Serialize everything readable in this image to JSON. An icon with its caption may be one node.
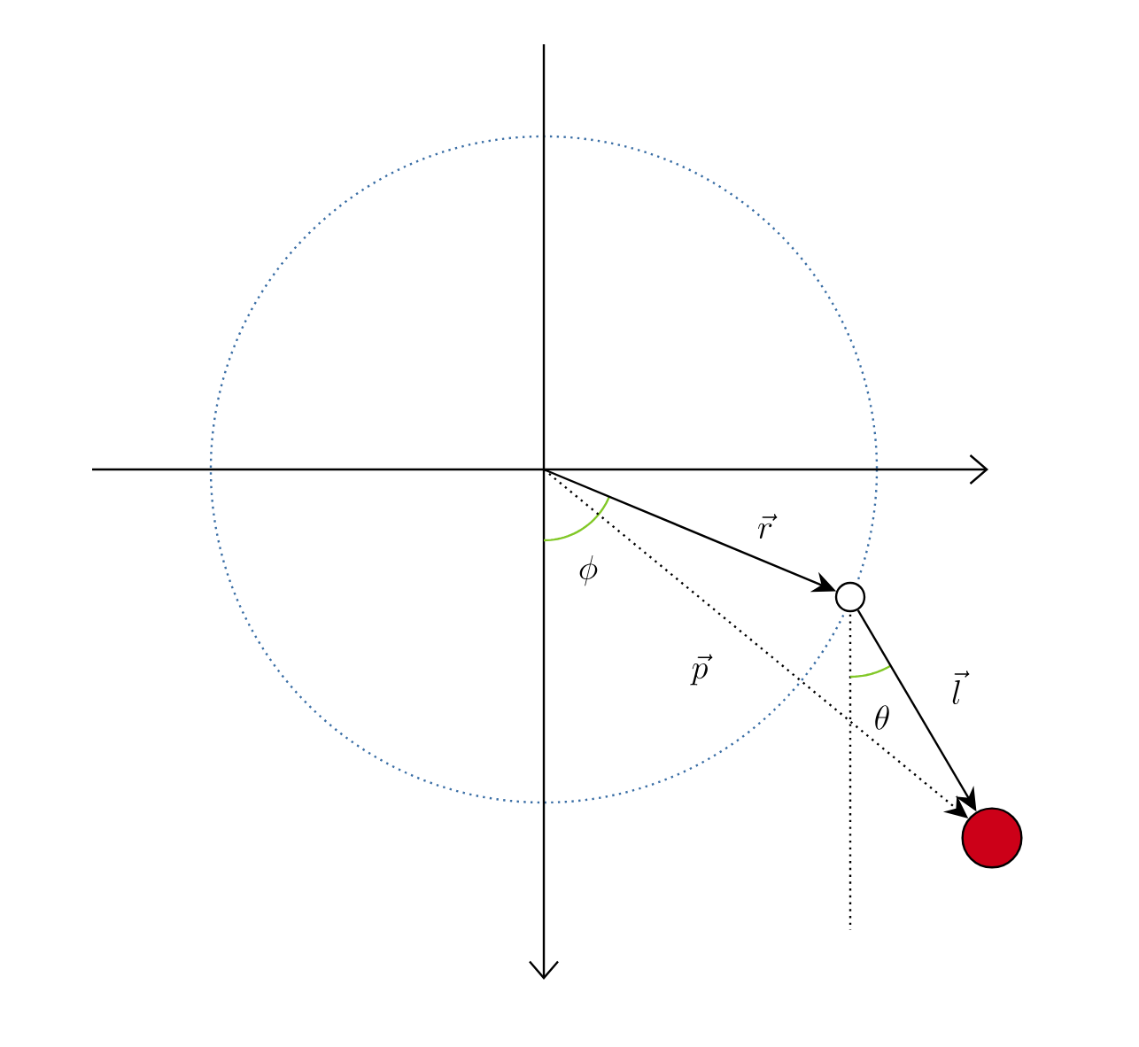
{
  "diagram": {
    "nodes": [
      {
        "text": [],
        "shape": "circle"
      },
      {
        "text": [],
        "shape": "circle"
      }
    ],
    "edges": [
      {
        "from": null,
        "to": 0,
        "arrow": "to",
        "label": "\\vec{r}"
      },
      {
        "from": 0,
        "to": 1,
        "arrow": "to",
        "label": "\\vec{l}"
      },
      {
        "from": null,
        "to": 1,
        "arrow": "to",
        "label": "\\vec{p}",
        "style": "dashed"
      }
    ],
    "labels": [
      "\\phi",
      "\\theta"
    ]
  }
}
